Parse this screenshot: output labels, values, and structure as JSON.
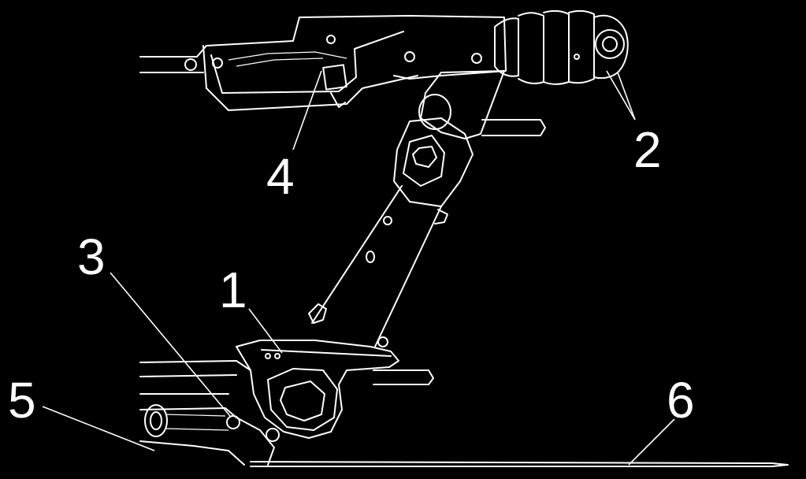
{
  "figure": {
    "background_color": "#000000",
    "line_color": "#ffffff",
    "callouts": [
      {
        "id": "1",
        "label": "1"
      },
      {
        "id": "2",
        "label": "2"
      },
      {
        "id": "3",
        "label": "3"
      },
      {
        "id": "4",
        "label": "4"
      },
      {
        "id": "5",
        "label": "5"
      },
      {
        "id": "6",
        "label": "6"
      }
    ]
  }
}
